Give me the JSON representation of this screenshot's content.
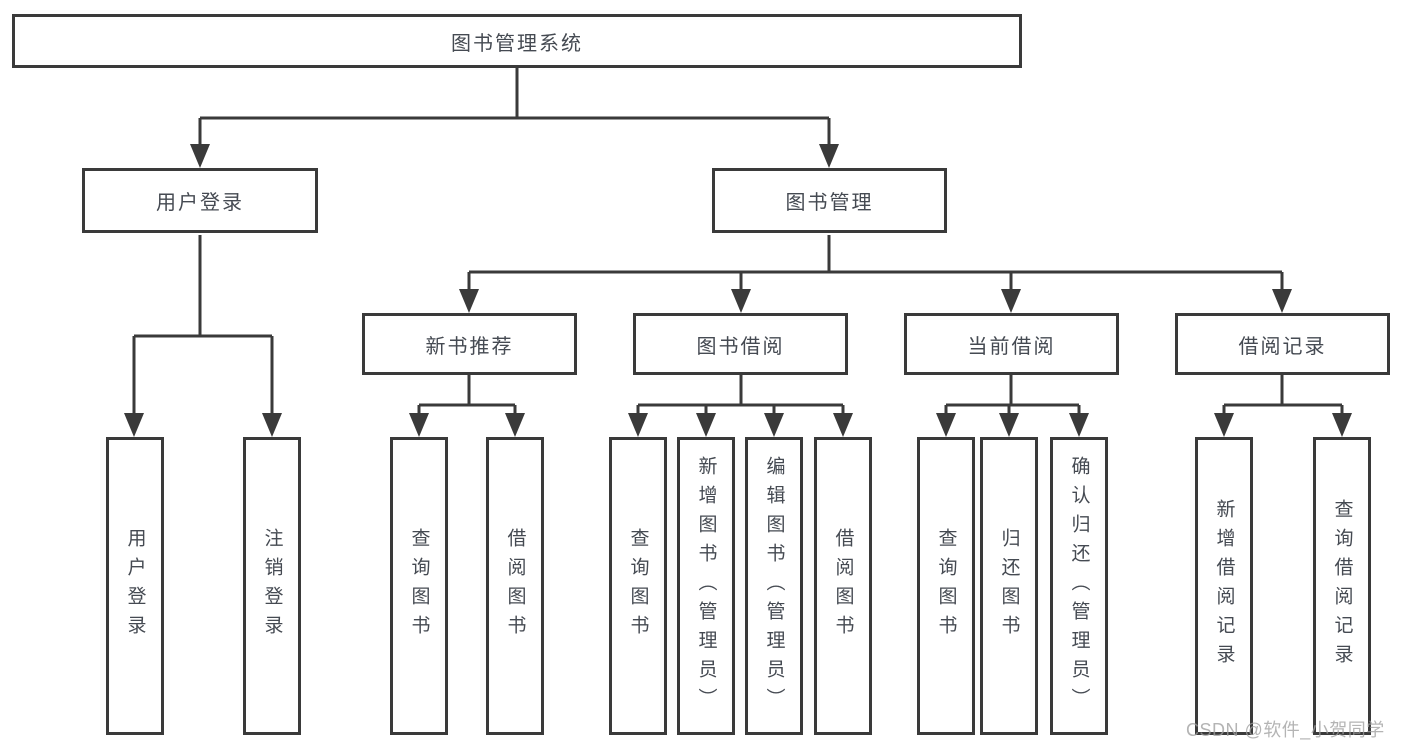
{
  "diagram_title": "图书管理系统",
  "tree": {
    "label": "图书管理系统",
    "children": [
      {
        "label": "用户登录",
        "children": [
          {
            "label": "用户登录"
          },
          {
            "label": "注销登录"
          }
        ]
      },
      {
        "label": "图书管理",
        "children": [
          {
            "label": "新书推荐",
            "children": [
              {
                "label": "查询图书"
              },
              {
                "label": "借阅图书"
              }
            ]
          },
          {
            "label": "图书借阅",
            "children": [
              {
                "label": "查询图书"
              },
              {
                "label": "新增图书（管理员）"
              },
              {
                "label": "编辑图书（管理员）"
              },
              {
                "label": "借阅图书"
              }
            ]
          },
          {
            "label": "当前借阅",
            "children": [
              {
                "label": "查询图书"
              },
              {
                "label": "归还图书"
              },
              {
                "label": "确认归还（管理员）"
              }
            ]
          },
          {
            "label": "借阅记录",
            "children": [
              {
                "label": "新增借阅记录"
              },
              {
                "label": "查询借阅记录"
              }
            ]
          }
        ]
      }
    ]
  },
  "watermark": {
    "text": "CSDN @软件_小贺同学"
  },
  "colors": {
    "line": "#3a3a3a",
    "text": "#454a52",
    "watermark": "#9f9f9f",
    "background": "#ffffff"
  }
}
